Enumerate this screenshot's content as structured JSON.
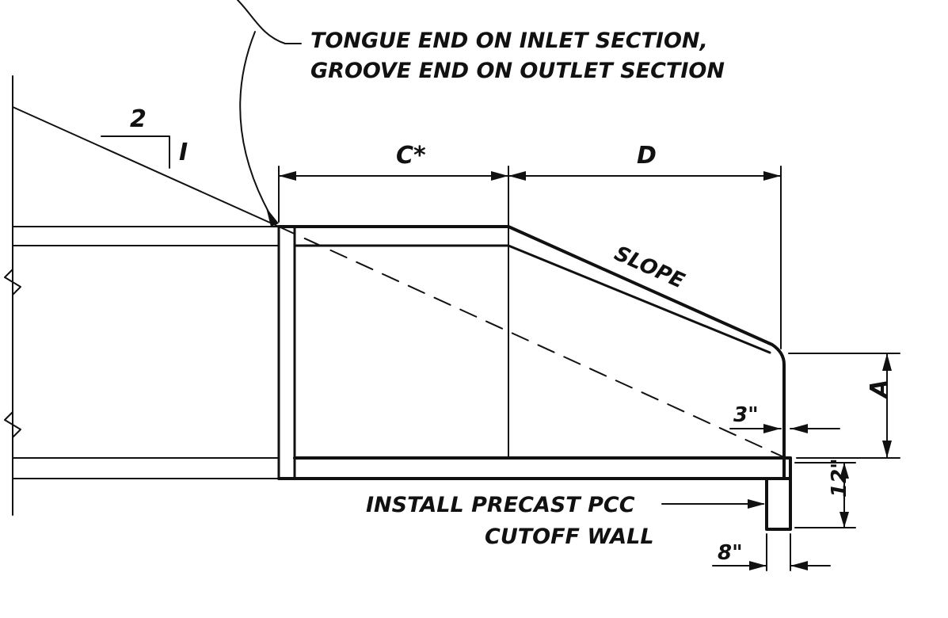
{
  "drawing": {
    "note_tongue_groove": [
      "TONGUE END ON INLET SECTION,",
      "GROOVE END ON OUTLET SECTION"
    ],
    "slope_ratio_run": "2",
    "slope_ratio_rise": "I",
    "dim_c": "C*",
    "dim_d": "D",
    "slope_label": "SLOPE",
    "dim_a": "A",
    "dim_3in": "3\"",
    "dim_12in": "12\"",
    "dim_8in": "8\"",
    "note_cutoff_wall": [
      "INSTALL PRECAST PCC",
      "CUTOFF WALL"
    ],
    "colors": {
      "ink": "#111111",
      "paper": "#ffffff"
    }
  }
}
